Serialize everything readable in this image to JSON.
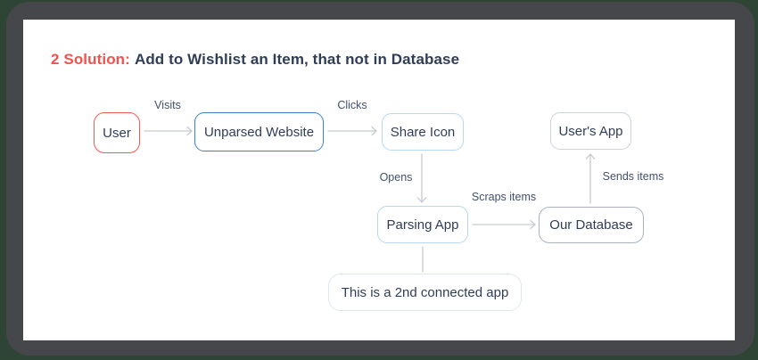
{
  "window": {
    "background_color": "#2e4536",
    "frame_color": "#46474a",
    "card_color": "#ffffff"
  },
  "title": {
    "prefix": "2 Solution:",
    "text": "Add to Wishlist an Item, that not in Database",
    "prefix_color": "#f4514e",
    "text_color": "#2f3e56"
  },
  "diagram": {
    "nodes": [
      {
        "id": "user",
        "label": "User",
        "border_color": "#ee5a55"
      },
      {
        "id": "unparsed-website",
        "label": "Unparsed Website",
        "border_color": "#3d80c8"
      },
      {
        "id": "share-icon",
        "label": "Share Icon",
        "border_color": "#b7d7f3"
      },
      {
        "id": "users-app",
        "label": "User's App",
        "border_color": "#ccd4dc"
      },
      {
        "id": "parsing-app",
        "label": "Parsing App",
        "border_color": "#b7d7f3"
      },
      {
        "id": "our-database",
        "label": "Our Database",
        "border_color": "#a9b3bf"
      },
      {
        "id": "connected-app-note",
        "label": "This is a 2nd connected app",
        "border_color": "#dee7f0"
      }
    ],
    "edges": [
      {
        "from": "user",
        "to": "unparsed-website",
        "label": "Visits"
      },
      {
        "from": "unparsed-website",
        "to": "share-icon",
        "label": "Clicks"
      },
      {
        "from": "share-icon",
        "to": "parsing-app",
        "label": "Opens"
      },
      {
        "from": "parsing-app",
        "to": "our-database",
        "label": "Scraps items"
      },
      {
        "from": "our-database",
        "to": "users-app",
        "label": "Sends items"
      },
      {
        "from": "parsing-app",
        "to": "connected-app-note",
        "label": ""
      }
    ],
    "arrow_color": "#c5cad1",
    "label_color": "#42506a",
    "node_text_color": "#2f3e56"
  }
}
